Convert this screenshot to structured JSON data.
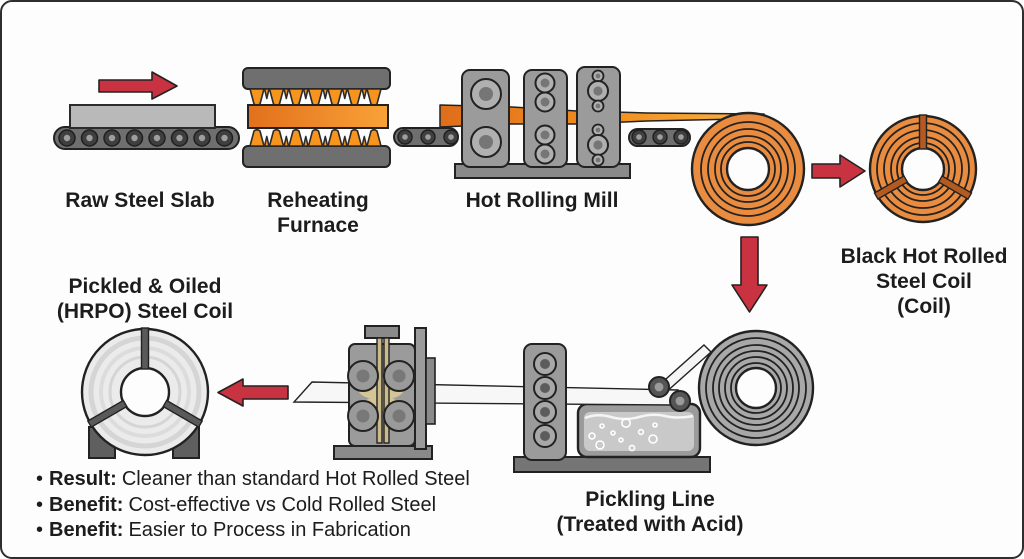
{
  "diagram": {
    "stages": {
      "raw_steel_slab": {
        "label": "Raw Steel Slab"
      },
      "reheating_furnace": {
        "label_line1": "Reheating",
        "label_line2": "Furnace"
      },
      "hot_rolling_mill": {
        "label": "Hot Rolling Mill"
      },
      "black_coil": {
        "label_line1": "Black Hot Rolled",
        "label_line2": "Steel Coil",
        "label_line3": "(Coil)"
      },
      "pickled_coil": {
        "label_line1": "Pickled & Oiled",
        "label_line2": "(HRPO) Steel Coil"
      },
      "pickling_line": {
        "label_line1": "Pickling Line",
        "label_line2": "(Treated with Acid)"
      }
    },
    "notes": {
      "bullet_char": "•",
      "items": [
        {
          "prefix": "Result:",
          "text": "Cleaner than standard Hot Rolled Steel"
        },
        {
          "prefix": "Benefit:",
          "text": "Cost-effective vs Cold Rolled Steel"
        },
        {
          "prefix": "Benefit:",
          "text": "Easier to Process in Fabrication"
        }
      ]
    },
    "colors": {
      "arrow_red": "#C93240",
      "flame_orange": "#F7941E",
      "hot_steel_orange": "#E8741D",
      "coil_orange": "#E98C3F",
      "strap_brown": "#B45A20",
      "machine_gray": "#9B9B9B",
      "dark_gray": "#6F6F6F",
      "pickled_coil_gray": "#EBEBEB",
      "outline": "#2B2B2B",
      "text": "#1C1C1C",
      "background": "#FDFDFD"
    }
  }
}
